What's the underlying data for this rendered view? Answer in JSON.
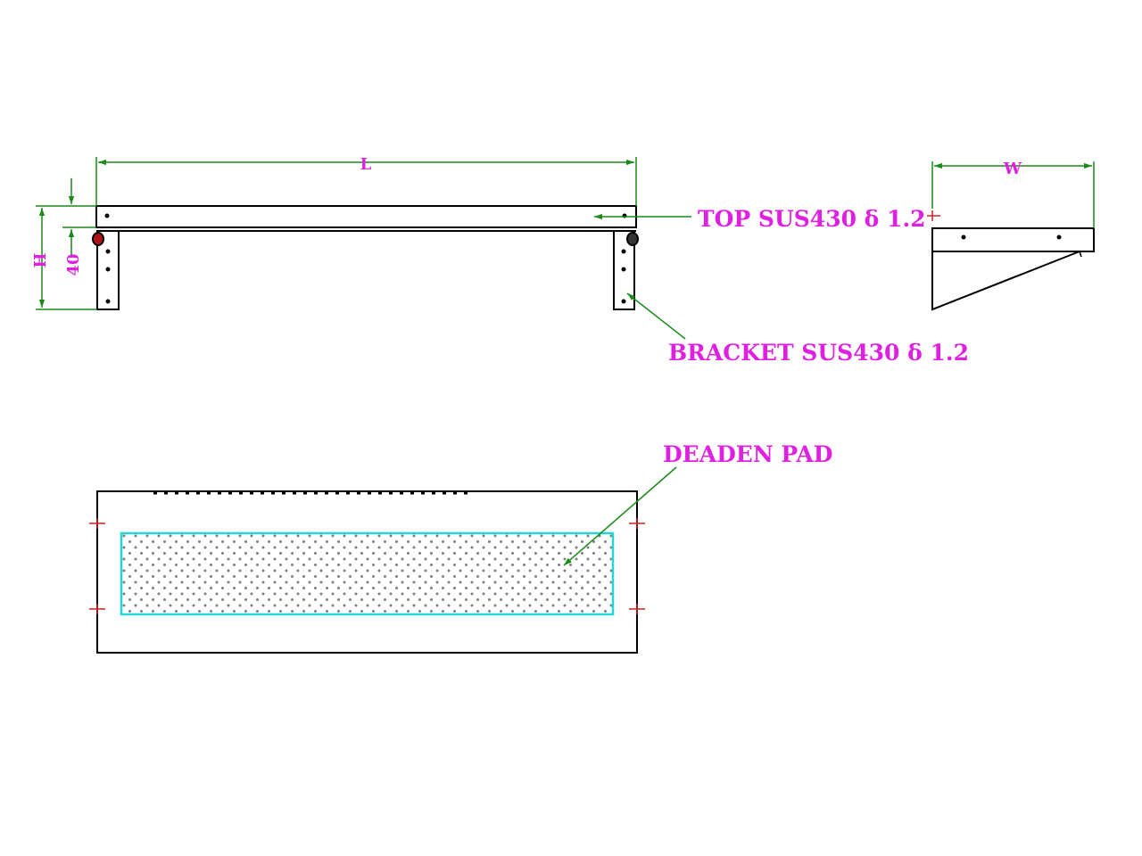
{
  "colors": {
    "outline": "#000000",
    "dimension": "#1a8a1a",
    "label": "#e020e0",
    "pad": "#25d6d6",
    "dots": "#808080",
    "mark": "#cc2222"
  },
  "dimensions": {
    "length": "L",
    "height": "H",
    "top_thickness": "40",
    "width": "W"
  },
  "callouts": {
    "top": "TOP SUS430 δ 1.2",
    "bracket": "BRACKET SUS430 δ 1.2",
    "pad": "DEADEN PAD"
  }
}
